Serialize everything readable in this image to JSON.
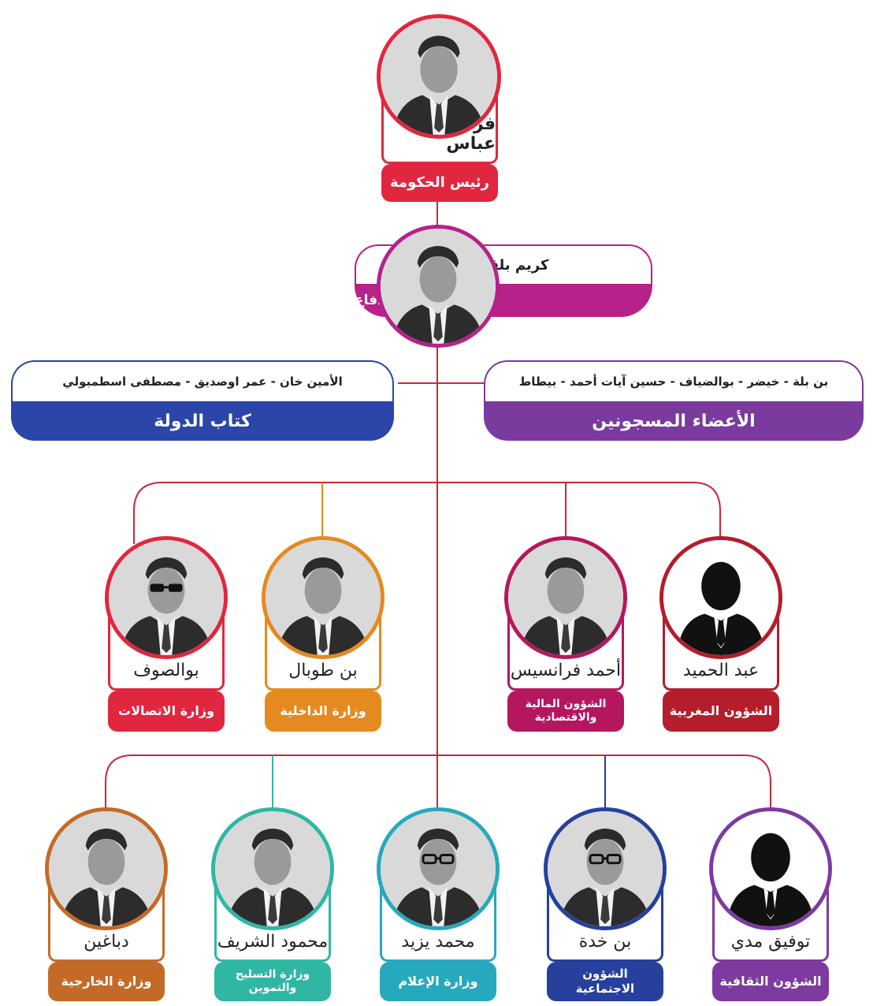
{
  "head": {
    "name": "فرحات عباس",
    "role": "رئيس الحكومة",
    "color": "#e0273f"
  },
  "defense": {
    "name": "كريم بلقاسم",
    "role": "وزارة الدفاع",
    "color": "#b7218a"
  },
  "secretaries": {
    "names": "الأمين خان - عمر اوصديق - مصطفى اسطمبولي",
    "title": "كتاب الدولة",
    "color": "#2b46a8"
  },
  "prisoners": {
    "names": "بن بلة - خيضر - بوالضياف - حسين آيات أحمد - بيطاط",
    "title": "الأعضاء المسجونين",
    "color": "#7a3a9e"
  },
  "row1": [
    {
      "name": "بوالصوف",
      "role": "وزارة  الاتصالات",
      "color": "#e0273f",
      "avatar": "portrait-sunglasses"
    },
    {
      "name": "بن طوبال",
      "role": "وزارة الداخلية",
      "color": "#e58a1f",
      "avatar": "portrait"
    },
    {
      "name": "أحمد فرانسيس",
      "role": "الشؤون المالية والاقتصادية",
      "color": "#b5175f",
      "avatar": "portrait"
    },
    {
      "name": "عبد الحميد",
      "role": "الشؤون المغربية",
      "color": "#b31d2c",
      "avatar": "silhouette"
    }
  ],
  "row2": [
    {
      "name": "دباغين",
      "role": "وزارة الخارجية",
      "color": "#c46a27",
      "avatar": "portrait"
    },
    {
      "name": "محمود الشريف",
      "role": "وزارة التسليح والتموين",
      "color": "#2fb7a4",
      "avatar": "portrait"
    },
    {
      "name": "محمد يزيد",
      "role": "وزارة الإعلام",
      "color": "#27a9bd",
      "avatar": "portrait-glasses"
    },
    {
      "name": "بن خدة",
      "role": "الشؤون الاجتماعية",
      "color": "#26409c",
      "avatar": "portrait-glasses"
    },
    {
      "name": "توفيق مدي",
      "role": "الشؤون الثقافية",
      "color": "#7d3aa0",
      "avatar": "silhouette"
    }
  ]
}
